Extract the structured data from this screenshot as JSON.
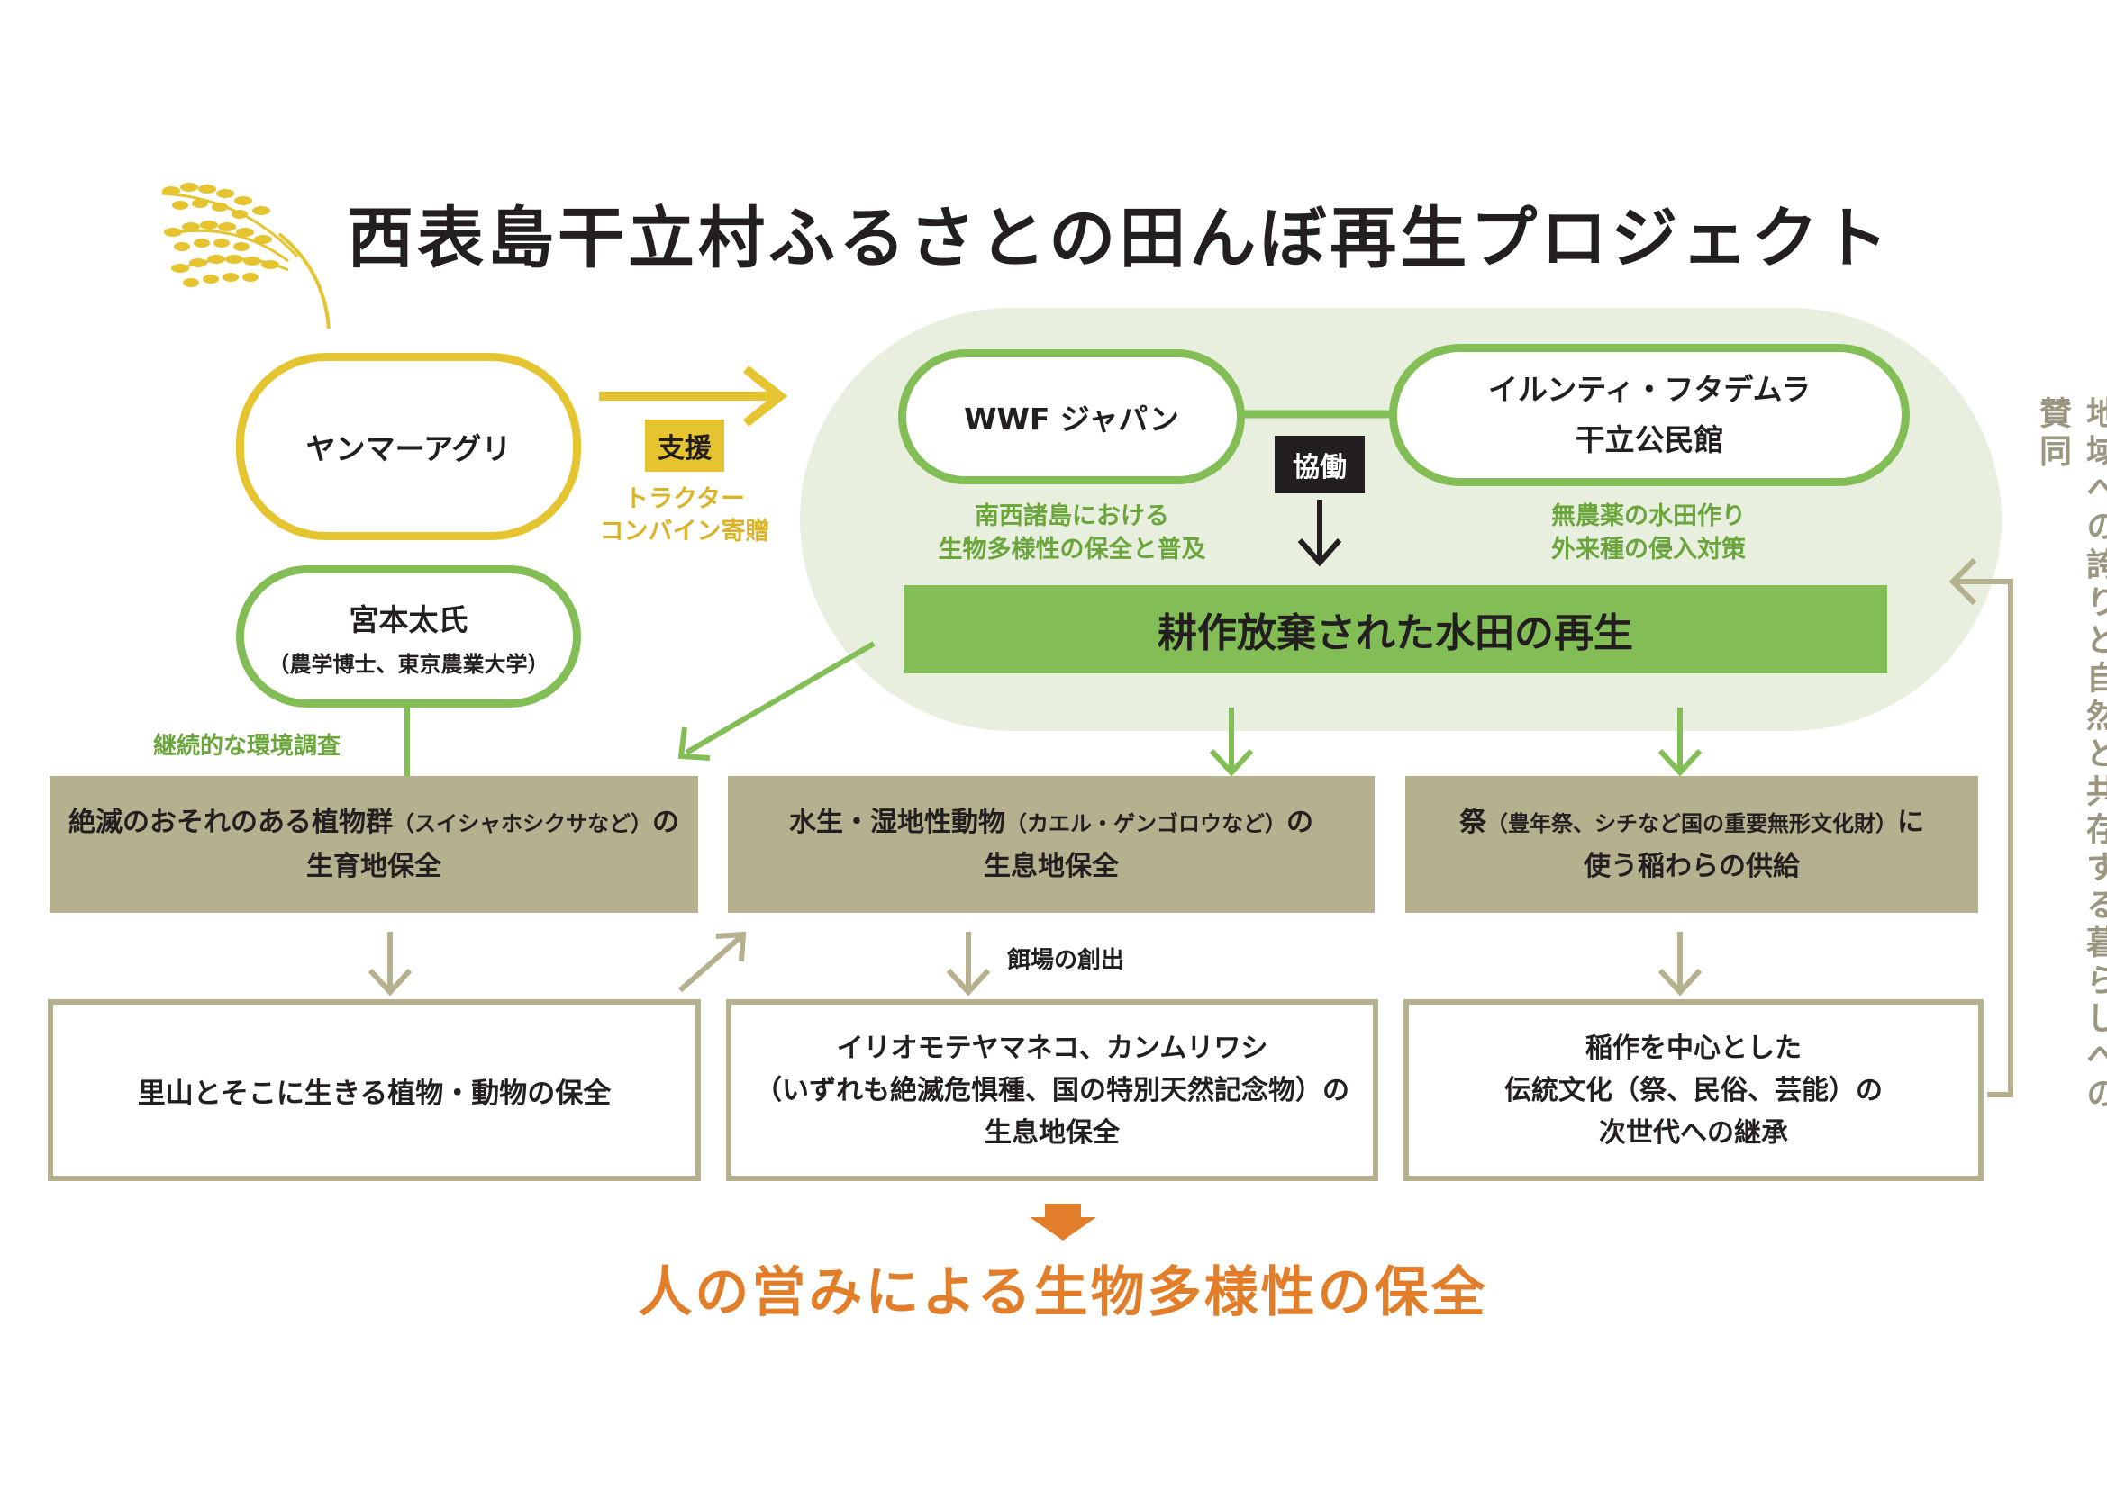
{
  "title": "西表島干立村ふるさとの田んぼ再生プロジェクト",
  "icons": {
    "rice": "rice-stalk-icon"
  },
  "colors": {
    "green": "#82bd55",
    "yellow": "#e5c430",
    "olive": "#b5b08e",
    "orange": "#e27e2a"
  },
  "yanmar": {
    "label": "ヤンマーアグリ"
  },
  "support": {
    "badge": "支援",
    "line1": "トラクター",
    "line2": "コンバイン寄贈"
  },
  "miyamoto": {
    "name": "宮本太氏",
    "affiliation": "（農学博士、東京農業大学）"
  },
  "survey": {
    "label": "継続的な環境調査"
  },
  "wwf": {
    "label": "WWF ジャパン",
    "desc1": "南西諸島における",
    "desc2": "生物多様性の保全と普及"
  },
  "irunti": {
    "line1": "イルンティ・フタデムラ",
    "line2": "干立公民館",
    "desc1": "無農薬の水田作り",
    "desc2": "外来種の侵入対策"
  },
  "collab": {
    "label": "協働"
  },
  "restore": {
    "label": "耕作放棄された水田の再生"
  },
  "box1": {
    "main": "絶滅のおそれのある植物群",
    "note": "（スイシャホシクサなど）",
    "suffix": "の",
    "line2": "生育地保全"
  },
  "box2": {
    "main": "水生・湿地性動物",
    "note": "（カエル・ゲンゴロウなど）",
    "suffix": "の",
    "line2": "生息地保全"
  },
  "box3": {
    "main": "祭",
    "note": "（豊年祭、シチなど国の重要無形文化財）",
    "suffix": "に",
    "line2": "使う稲わらの供給"
  },
  "feeding": {
    "label": "餌場の創出"
  },
  "out1": {
    "label": "里山とそこに生きる植物・動物の保全"
  },
  "out2": {
    "line1": "イリオモテヤマネコ、カンムリワシ",
    "line2": "（いずれも絶滅危惧種、国の特別天然記念物）の",
    "line3": "生息地保全"
  },
  "out3": {
    "line1": "稲作を中心とした",
    "line2": "伝統文化（祭、民俗、芸能）の",
    "line3": "次世代への継承"
  },
  "vertical": {
    "label": "地域への誇りと自然と共存する暮らしへの賛同"
  },
  "result": {
    "label": "人の営みによる生物多様性の保全"
  }
}
